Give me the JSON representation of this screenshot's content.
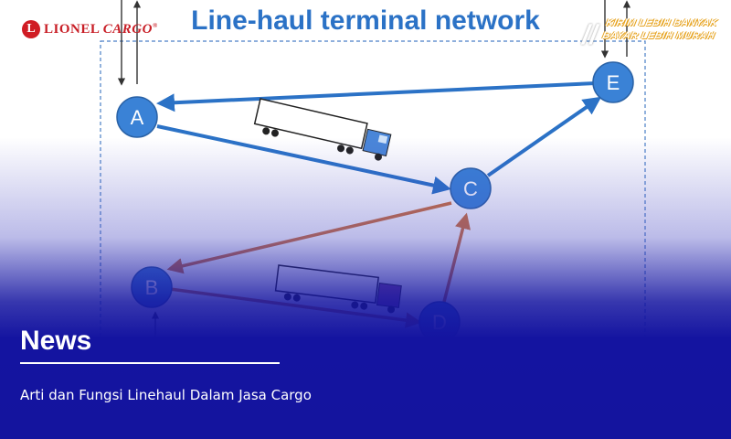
{
  "brand": {
    "logo_letter": "L",
    "logo_text_plain": "LIONEL",
    "logo_text_italic": "CARGO",
    "logo_mark": "®"
  },
  "diagram": {
    "title": "Line-haul terminal network",
    "nodes": [
      {
        "id": "a",
        "label": "A"
      },
      {
        "id": "b",
        "label": "B"
      },
      {
        "id": "c",
        "label": "C"
      },
      {
        "id": "d",
        "label": "D"
      },
      {
        "id": "e",
        "label": "E"
      }
    ],
    "colors": {
      "blue": "#2b72c6",
      "orange": "#d0703a",
      "node": "#3a82d6",
      "border": "#5a8fd0"
    }
  },
  "tagline": {
    "line1": "KIRIM LEBIH BANYAK",
    "line2": "BAYAR LEBIH MURAH",
    "color": "#e6a11a"
  },
  "article": {
    "section": "News",
    "title": "Arti dan Fungsi Linehaul Dalam Jasa Cargo"
  }
}
